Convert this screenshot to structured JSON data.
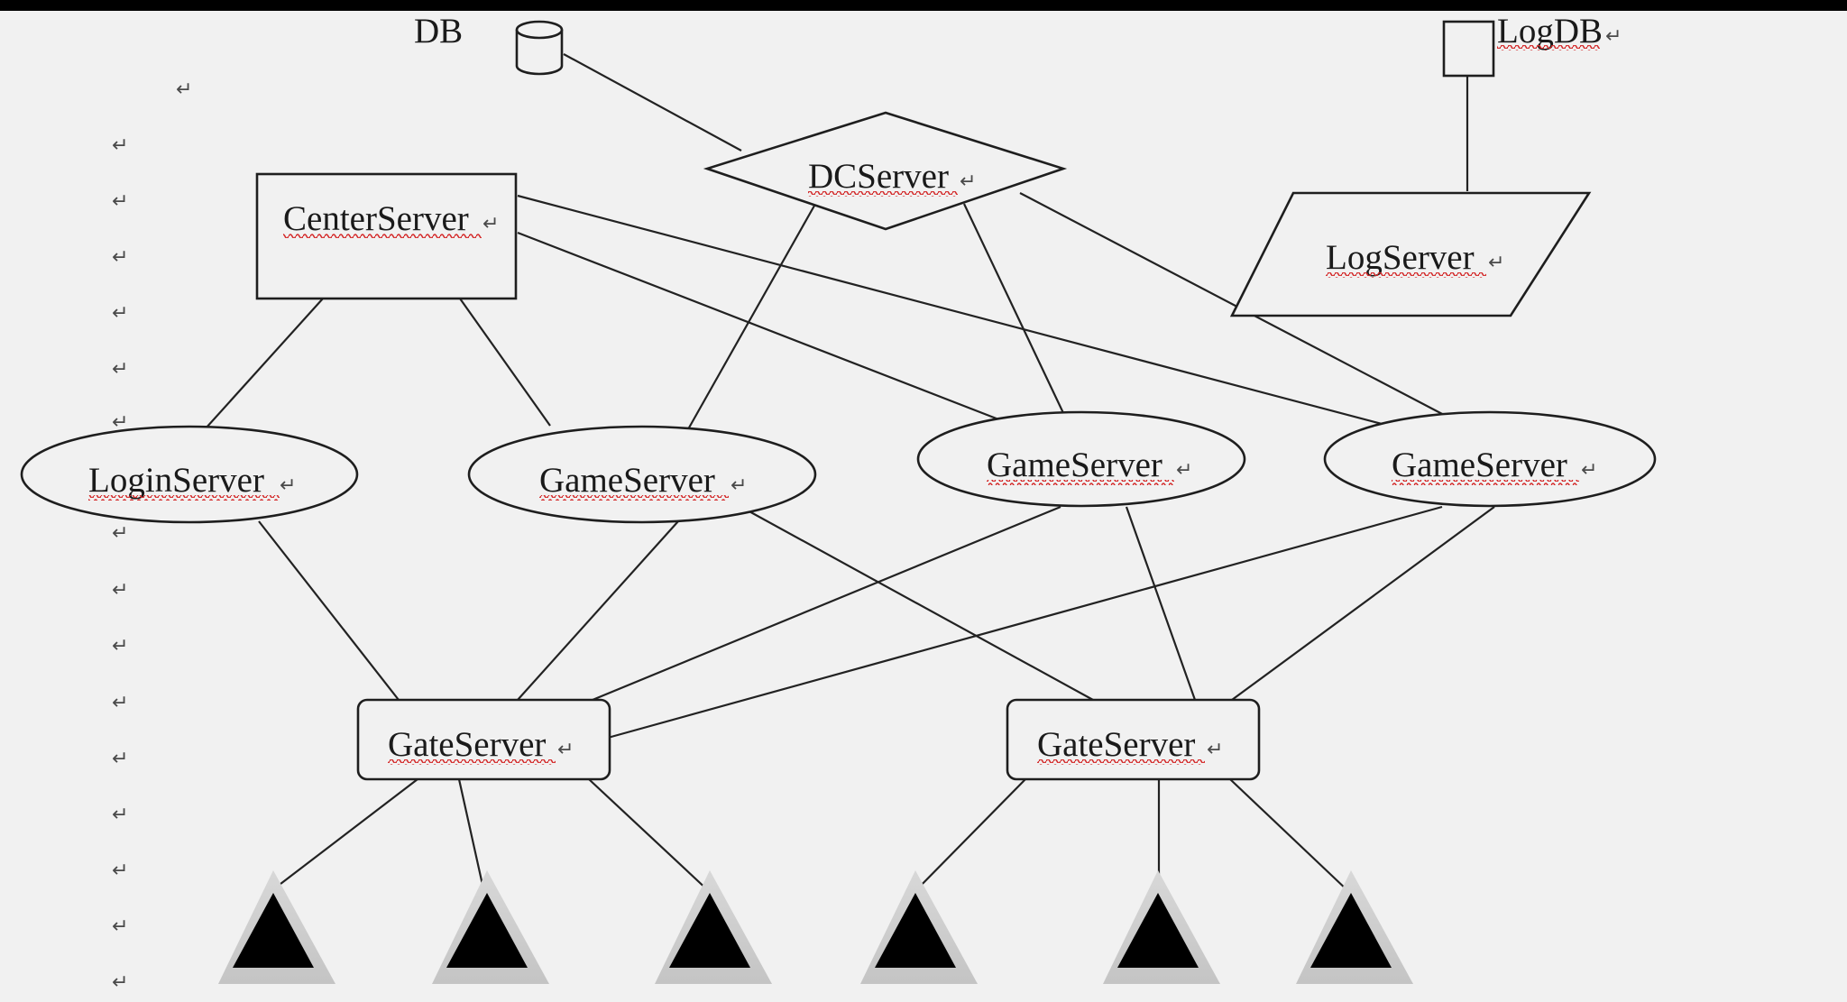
{
  "labels": {
    "db": "DB",
    "log_db": "LogDB",
    "dc_server": "DCServer",
    "center_server": "CenterServer",
    "log_server": "LogServer",
    "login_server": "LoginServer",
    "game_server_1": "GameServer",
    "game_server_2": "GameServer",
    "game_server_3": "GameServer",
    "gate_server_1": "GateServer",
    "gate_server_2": "GateServer"
  },
  "paragraph_mark": "↵",
  "colors": {
    "background": "#f1f1f1",
    "frame": "#000000",
    "stroke": "#1e1e1e",
    "client_fill": "#000000",
    "spell_underline": "#d42a2a"
  }
}
